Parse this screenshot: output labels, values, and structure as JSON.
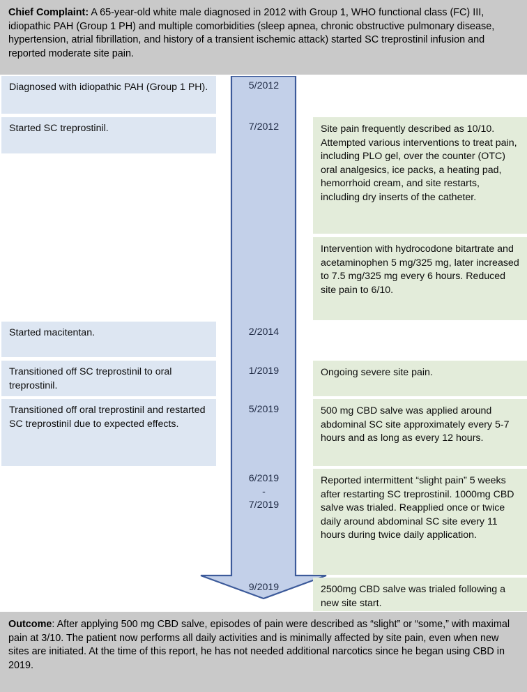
{
  "header": {
    "label": "Chief Complaint:",
    "text": " A 65-year-old white male diagnosed in 2012 with Group 1, WHO functional class (FC) III, idiopathic PAH (Group 1 PH) and multiple comorbidities (sleep apnea, chronic obstructive pulmonary disease, hypertension, atrial fibrillation, and history of a transient ischemic attack) started SC treprostinil infusion and reported moderate site pain."
  },
  "footer": {
    "label": "Outcome",
    "text": ": After applying 500 mg CBD salve, episodes of pain were described as “slight” or “some,” with maximal pain at 3/10. The patient now performs all daily activities and is minimally affected by site pain, even when new sites are initiated. At the time of this report, he has not needed additional narcotics since he began using CBD in 2019."
  },
  "events": [
    {
      "text": "Diagnosed with idiopathic PAH (Group 1 PH)."
    },
    {
      "text": "Started SC treprostinil."
    },
    {
      "text": "Started macitentan."
    },
    {
      "text": "Transitioned off SC treprostinil to oral treprostinil."
    },
    {
      "text": "Transitioned off oral treprostinil and restarted SC treprostinil due to expected effects."
    }
  ],
  "dates": [
    {
      "text": "5/2012"
    },
    {
      "text": "7/2012"
    },
    {
      "text": "2/2014"
    },
    {
      "text": "1/2019"
    },
    {
      "text": "5/2019"
    },
    {
      "text": "6/2019"
    },
    {
      "text": "-"
    },
    {
      "text": "7/2019"
    },
    {
      "text": "9/2019"
    }
  ],
  "notes": [
    {
      "text": "Site pain frequently described as 10/10. Attempted various interventions to treat pain, including PLO gel, over the counter (OTC) oral analgesics, ice packs, a heating pad, hemorrhoid cream, and site restarts, including dry inserts of the catheter."
    },
    {
      "text": "Intervention with hydrocodone bitartrate and acetaminophen 5 mg/325 mg, later increased to 7.5 mg/325 mg every 6 hours. Reduced site pain to 6/10."
    },
    {
      "text": "Ongoing severe site pain."
    },
    {
      "text": "500 mg CBD salve was applied around abdominal SC site approximately every 5-7 hours and as long as every 12 hours."
    },
    {
      "text": "Reported intermittent “slight pain” 5 weeks after restarting SC treprostinil. 1000mg CBD salve was trialed. Reapplied once or twice daily around abdominal SC site every 11 hours during twice daily application."
    },
    {
      "text": "2500mg CBD salve was trialed following a new site start."
    }
  ],
  "colors": {
    "panel_gray": "#c9c9c9",
    "event_blue": "#dde6f2",
    "note_green": "#e3ecda",
    "arrow_fill": "#c3d0e9",
    "arrow_stroke": "#3c5a9a",
    "page_border": "#b0b0b0"
  }
}
